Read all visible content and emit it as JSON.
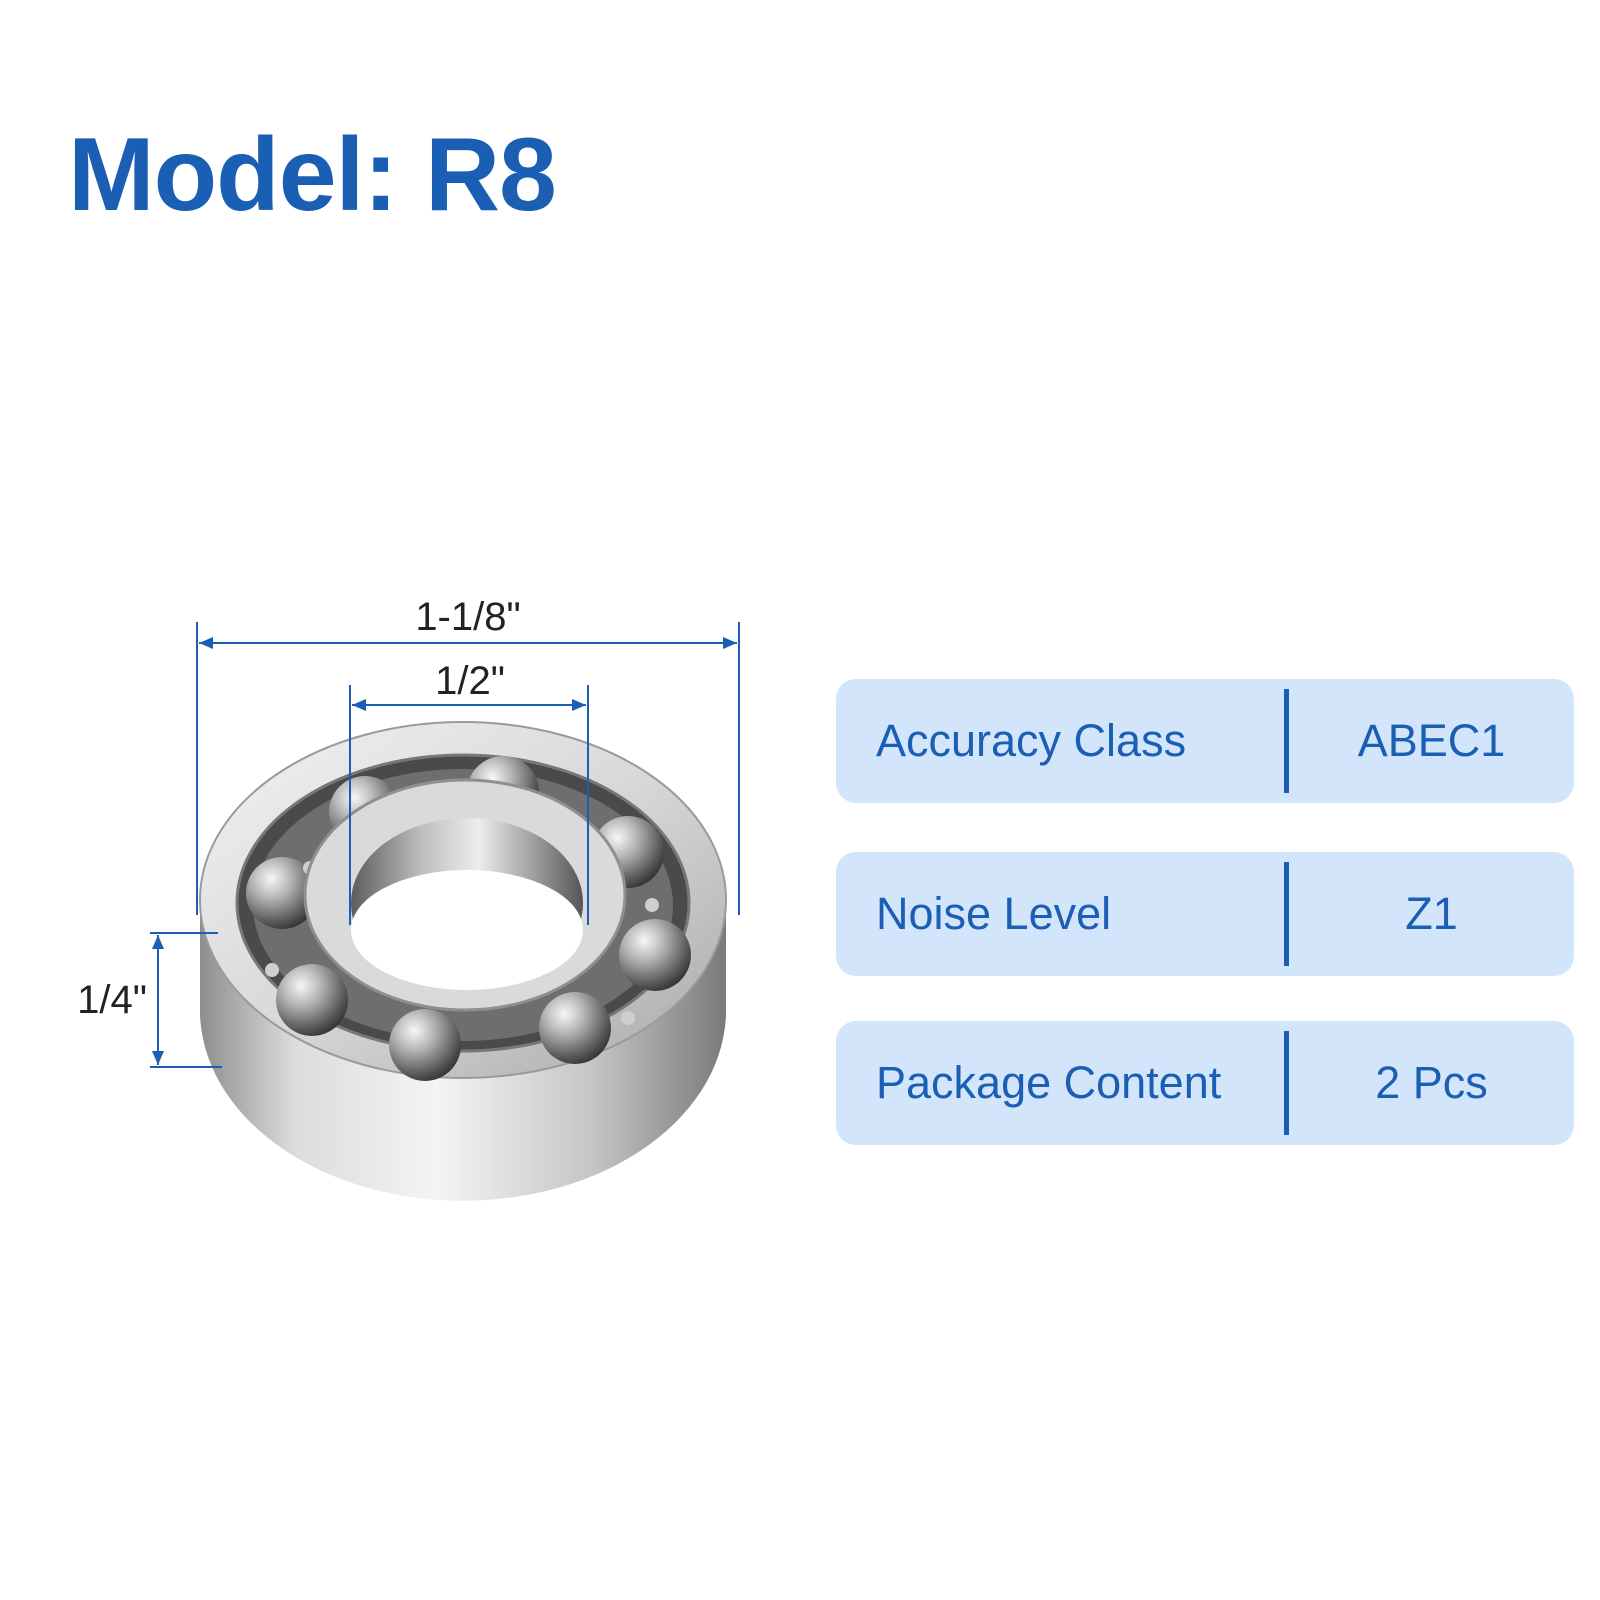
{
  "title": "Model: R8",
  "dimensions": {
    "outer_diameter": "1-1/8\"",
    "inner_diameter": "1/2\"",
    "width": "1/4\""
  },
  "specs": [
    {
      "label": "Accuracy Class",
      "value": "ABEC1"
    },
    {
      "label": "Noise Level",
      "value": "Z1"
    },
    {
      "label": "Package Content",
      "value": "2 Pcs"
    }
  ],
  "colors": {
    "accent": "#1a5fb4",
    "spec_background": "#d3e5fb",
    "dimension_line": "#1a5fb4"
  }
}
